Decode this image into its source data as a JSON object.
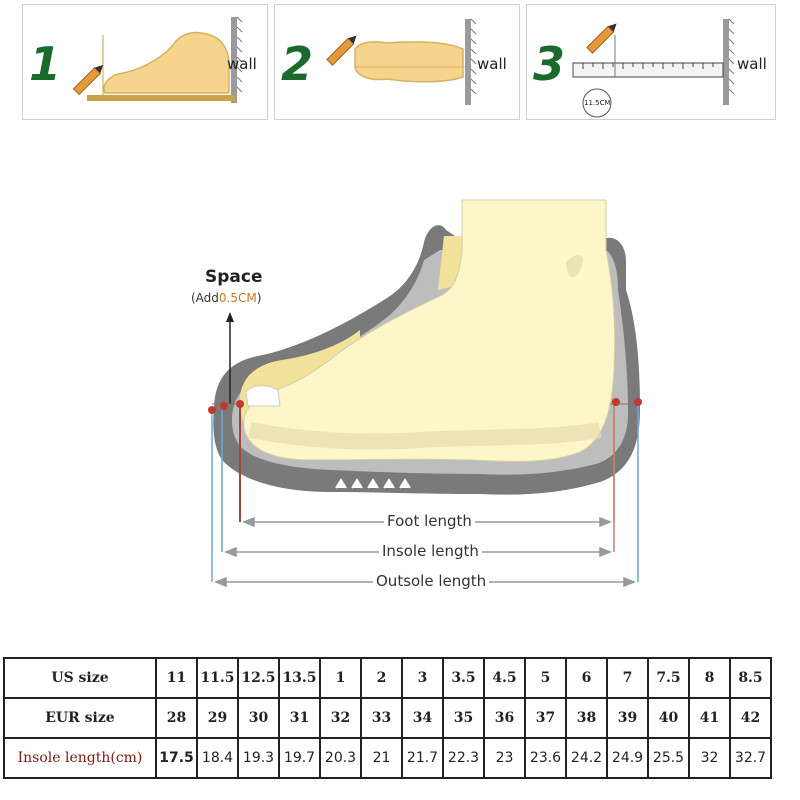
{
  "steps": [
    {
      "number": "1",
      "wall_label": "wall"
    },
    {
      "number": "2",
      "wall_label": "wall"
    },
    {
      "number": "3",
      "wall_label": "wall",
      "measurement": "11.5CM"
    }
  ],
  "diagram": {
    "space_label": "Space",
    "add_prefix": "(Add",
    "add_value": "0.5CM",
    "add_suffix": ")",
    "foot_length": "Foot length",
    "insole_length": "Insole length",
    "outsole_length": "Outsole length"
  },
  "table": {
    "rows": [
      {
        "label": "US size",
        "values": [
          "11",
          "11.5",
          "12.5",
          "13.5",
          "1",
          "2",
          "3",
          "3.5",
          "4.5",
          "5",
          "6",
          "7",
          "7.5",
          "8",
          "8.5"
        ]
      },
      {
        "label": "EUR size",
        "values": [
          "28",
          "29",
          "30",
          "31",
          "32",
          "33",
          "34",
          "35",
          "36",
          "37",
          "38",
          "39",
          "40",
          "41",
          "42"
        ]
      },
      {
        "label": "Insole length(cm)",
        "values": [
          "17.5",
          "18.4",
          "19.3",
          "19.7",
          "20.3",
          "21",
          "21.7",
          "22.3",
          "23",
          "23.6",
          "24.2",
          "24.9",
          "25.5",
          "32",
          "32.7"
        ]
      }
    ]
  },
  "colors": {
    "step_number": "#1a6b2b",
    "foot_fill": "#fdf6c8",
    "sole_gray": "#6e6e6e",
    "insole_yellow": "#f3e29a",
    "highlight_orange": "#c9752a",
    "marker_red": "#c0392b",
    "guide_blue": "#6aa9d8",
    "insole_header": "#7a1a12"
  }
}
